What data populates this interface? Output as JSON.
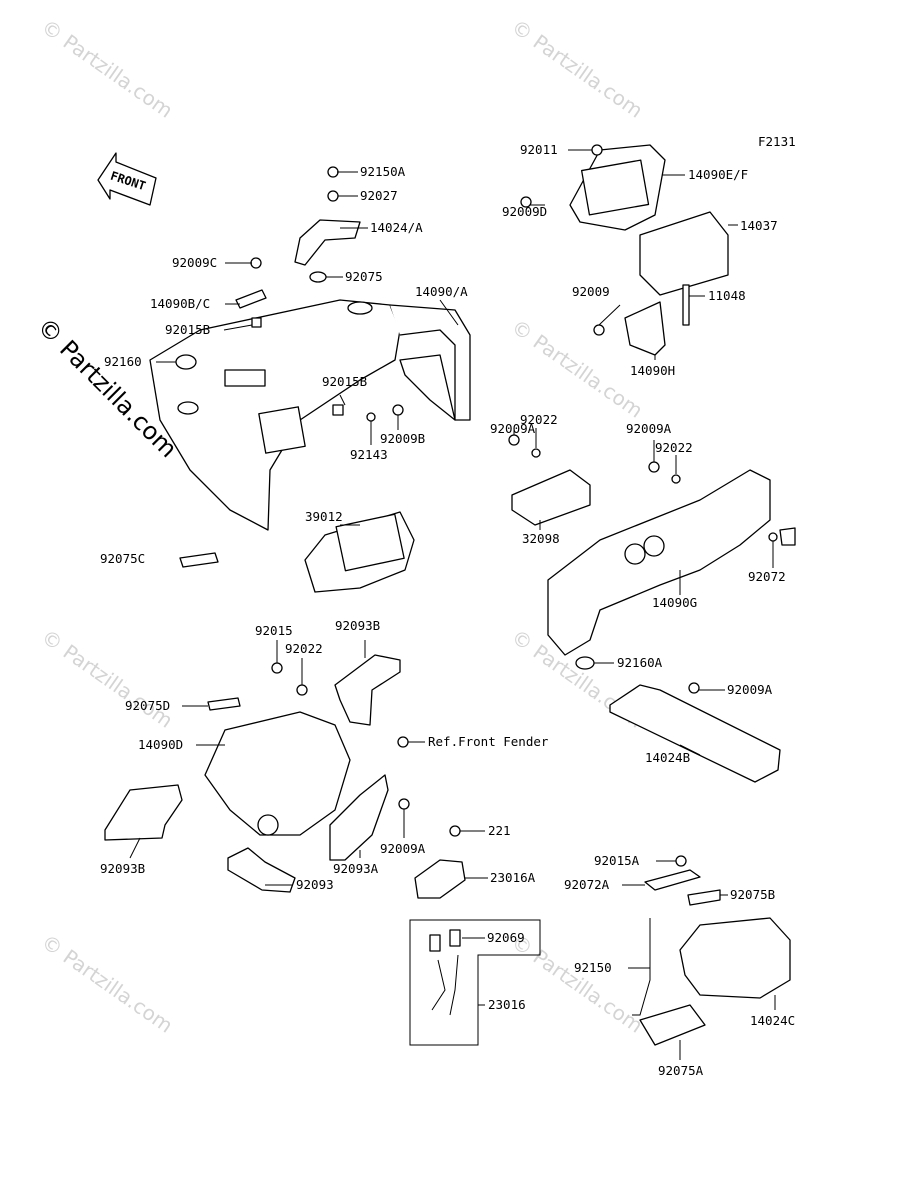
{
  "diagram": {
    "figure_code": "F2131",
    "front_label": "FRONT",
    "watermark_text": "© Partzilla.com",
    "ref_note": "Ref.Front Fender",
    "labels": [
      "92150A",
      "92027",
      "14024/A",
      "92009C",
      "92075",
      "14090B/C",
      "92015B",
      "92160",
      "14090/A",
      "92015B",
      "92143",
      "92009B",
      "39012",
      "92075C",
      "92011",
      "14090E/F",
      "92009D",
      "14037",
      "92009",
      "11048",
      "14090H",
      "92009A",
      "92022",
      "92009A",
      "92022",
      "32098",
      "92072",
      "14090G",
      "92160A",
      "92009A",
      "14024B",
      "92015",
      "92022",
      "92093B",
      "92075D",
      "14090D",
      "92093B",
      "92093A",
      "92009A",
      "92093",
      "221",
      "23016A",
      "92069",
      "23016",
      "92015A",
      "92072A",
      "92075B",
      "92150",
      "92075A",
      "14024C"
    ]
  }
}
